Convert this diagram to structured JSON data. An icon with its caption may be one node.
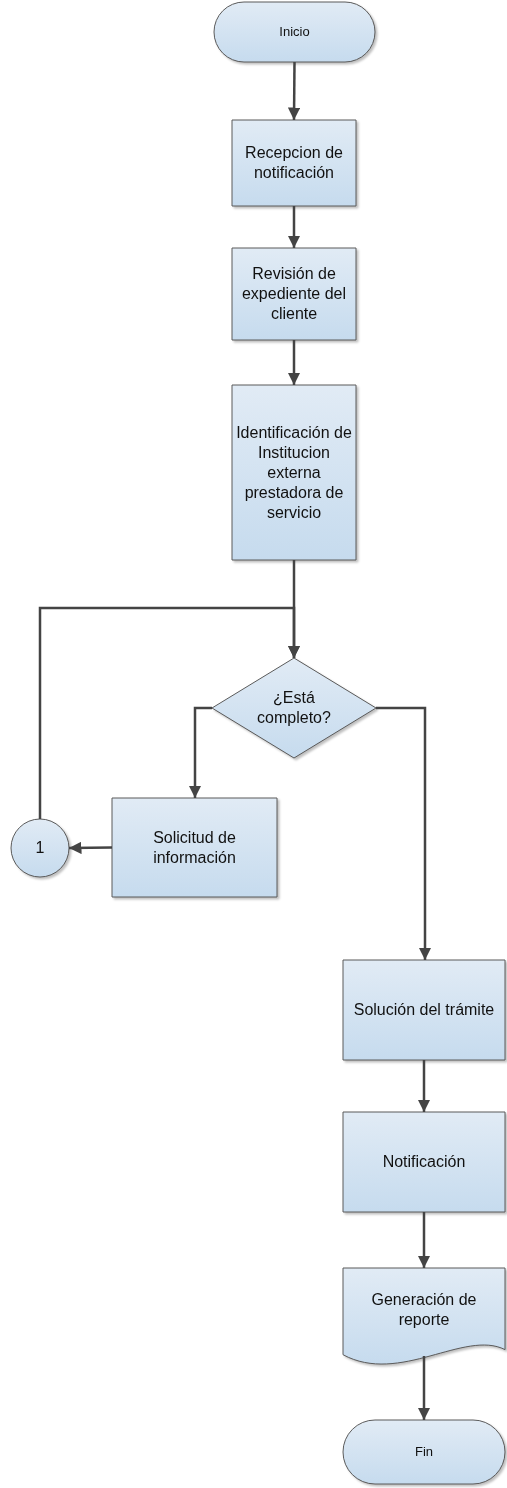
{
  "diagram": {
    "nodes": [
      {
        "text": [
          "Inicio"
        ]
      },
      {
        "text": [
          "Recepcion de notificación"
        ]
      },
      {
        "text": [
          "Revisión de expediente del cliente"
        ]
      },
      {
        "text": [
          "Identificación de Institucion externa prestadora de servicio"
        ]
      },
      {
        "text": [
          "¿Está completo?"
        ]
      },
      {
        "text": [
          "Solicitud de información"
        ]
      },
      {
        "text": [
          "1"
        ]
      },
      {
        "text": [
          "Solución del trámite"
        ]
      },
      {
        "text": [
          "Notificación"
        ]
      },
      {
        "text": [
          "Generación de reporte"
        ]
      },
      {
        "text": [
          "Fin"
        ]
      }
    ],
    "edges": [
      {
        "from": 0,
        "to": 1,
        "arrow": "to"
      },
      {
        "from": 1,
        "to": 2,
        "arrow": "to"
      },
      {
        "from": 2,
        "to": 3,
        "arrow": "to"
      },
      {
        "from": 3,
        "to": 4,
        "arrow": "to"
      },
      {
        "from": 4,
        "to": 5,
        "arrow": "to"
      },
      {
        "from": 5,
        "to": 6,
        "arrow": "to"
      },
      {
        "from": 6,
        "to": 4,
        "arrow": "to"
      },
      {
        "from": 4,
        "to": 7,
        "arrow": "to"
      },
      {
        "from": 7,
        "to": 8,
        "arrow": "to"
      },
      {
        "from": 8,
        "to": 9,
        "arrow": "to"
      },
      {
        "from": 9,
        "to": 10,
        "arrow": "to"
      }
    ]
  }
}
